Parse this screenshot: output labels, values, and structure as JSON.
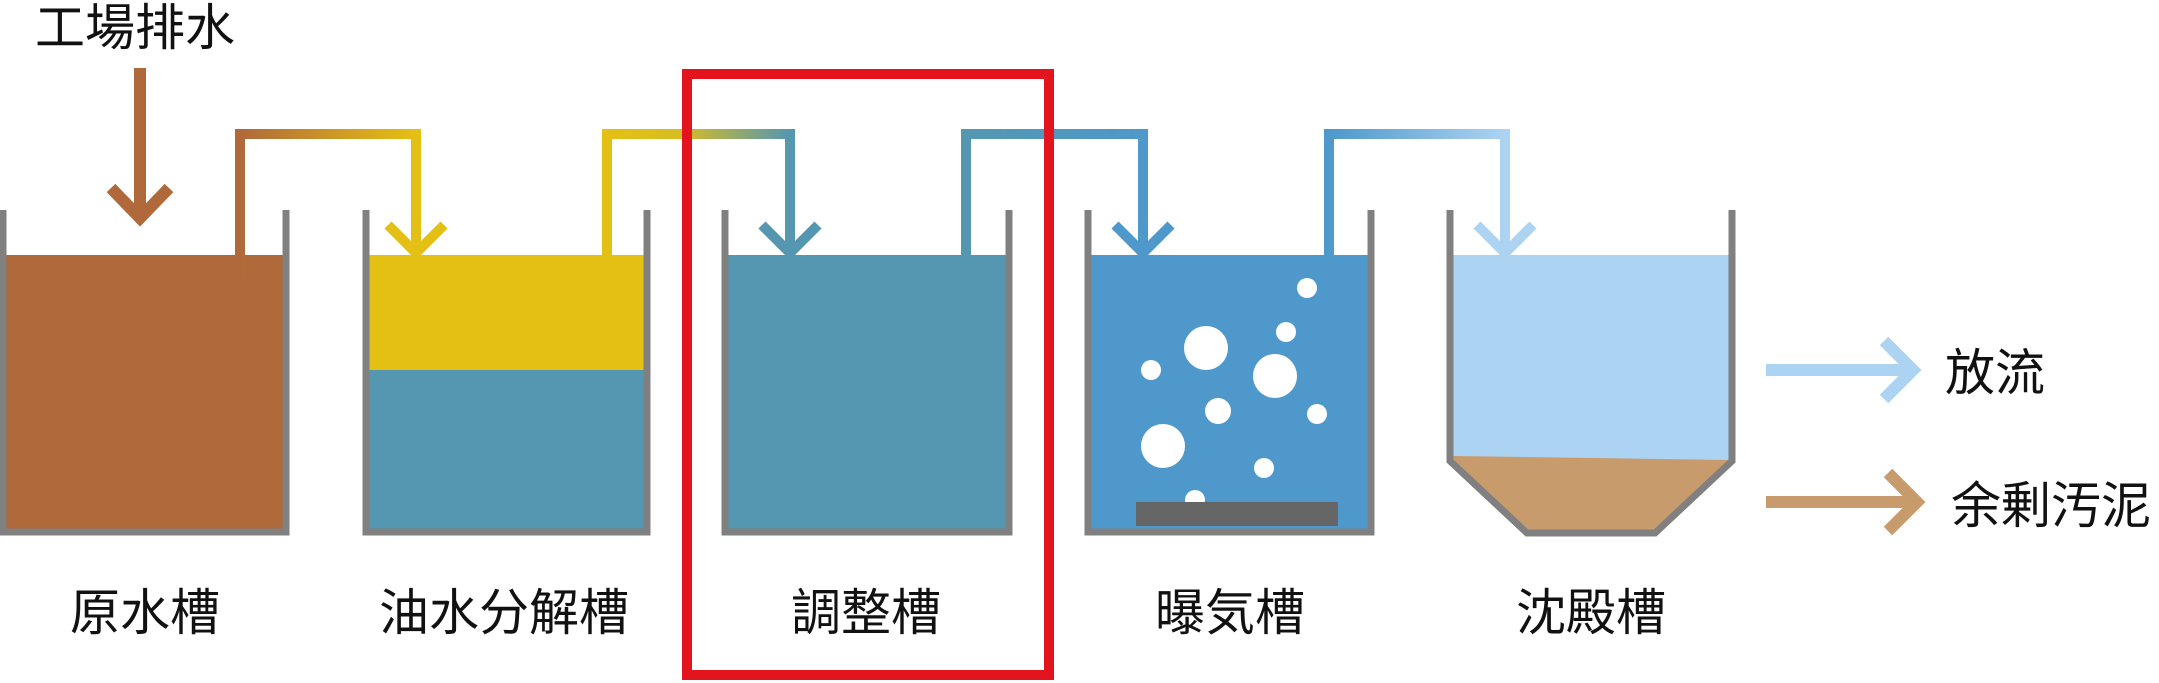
{
  "input": {
    "label": "工場排水"
  },
  "tanks": [
    {
      "label": "原水槽"
    },
    {
      "label": "油水分解槽"
    },
    {
      "label": "調整槽"
    },
    {
      "label": "曝気槽"
    },
    {
      "label": "沈殿槽"
    }
  ],
  "outputs": [
    {
      "label": "放流"
    },
    {
      "label": "余剰汚泥"
    }
  ],
  "colors": {
    "raw_water": "#B0693A",
    "oil_layer": "#E5C014",
    "treated_water": "#5597B0",
    "aeration_water": "#4E98CB",
    "clear_water": "#ADD3F2",
    "sludge": "#C79B6C",
    "wall": "#808080",
    "highlight": "#E3141E",
    "diffuser": "#666666"
  }
}
